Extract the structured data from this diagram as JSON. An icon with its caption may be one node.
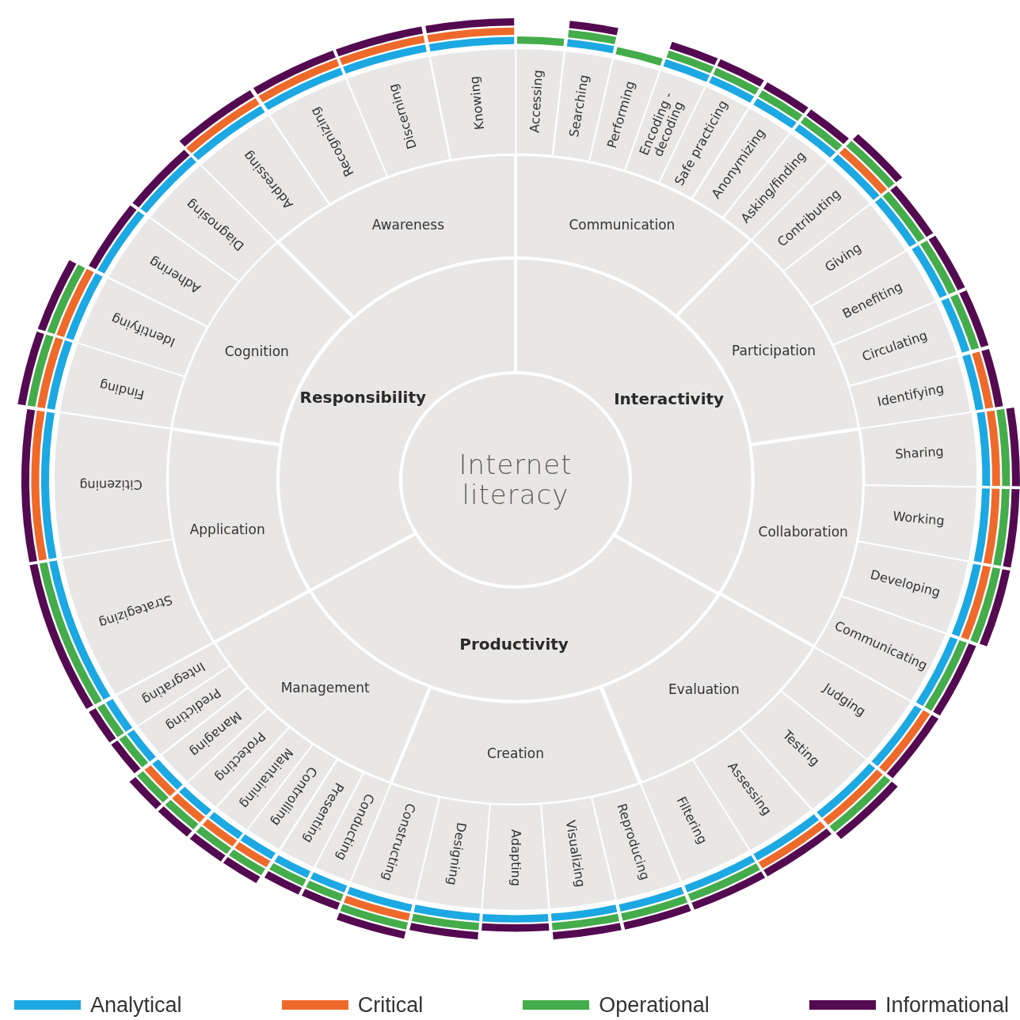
{
  "diagram": {
    "nodes": [
      {
        "text": [
          "Internet literacy"
        ]
      },
      {
        "text": [
          "Responsibility"
        ]
      },
      {
        "text": [
          "Interactivity"
        ]
      },
      {
        "text": [
          "Productivity"
        ]
      },
      {
        "text": [
          "Communication"
        ]
      },
      {
        "text": [
          "Participation"
        ]
      },
      {
        "text": [
          "Collaboration"
        ]
      },
      {
        "text": [
          "Evaluation"
        ]
      },
      {
        "text": [
          "Creation"
        ]
      },
      {
        "text": [
          "Management"
        ]
      },
      {
        "text": [
          "Application"
        ]
      },
      {
        "text": [
          "Cognition"
        ]
      },
      {
        "text": [
          "Awareness"
        ]
      },
      {
        "text": [
          "Accessing"
        ]
      },
      {
        "text": [
          "Searching"
        ]
      },
      {
        "text": [
          "Performing"
        ]
      },
      {
        "text": [
          "Encoding - decoding"
        ]
      },
      {
        "text": [
          "Safe practicing"
        ]
      },
      {
        "text": [
          "Anonymizing"
        ]
      },
      {
        "text": [
          "Asking/finding"
        ]
      },
      {
        "text": [
          "Contributing"
        ]
      },
      {
        "text": [
          "Giving"
        ]
      },
      {
        "text": [
          "Benefiting"
        ]
      },
      {
        "text": [
          "Circulating"
        ]
      },
      {
        "text": [
          "Identifying"
        ]
      },
      {
        "text": [
          "Sharing"
        ]
      },
      {
        "text": [
          "Working"
        ]
      },
      {
        "text": [
          "Developing"
        ]
      },
      {
        "text": [
          "Communicating"
        ]
      },
      {
        "text": [
          "Judging"
        ]
      },
      {
        "text": [
          "Testing"
        ]
      },
      {
        "text": [
          "Assessing"
        ]
      },
      {
        "text": [
          "Filtering"
        ]
      },
      {
        "text": [
          "Reproducing"
        ]
      },
      {
        "text": [
          "Visualizing"
        ]
      },
      {
        "text": [
          "Adapting"
        ]
      },
      {
        "text": [
          "Designing"
        ]
      },
      {
        "text": [
          "Constructing"
        ]
      },
      {
        "text": [
          "Conducting"
        ]
      },
      {
        "text": [
          "Presenting"
        ]
      },
      {
        "text": [
          "Controlling"
        ]
      },
      {
        "text": [
          "Maintaining"
        ]
      },
      {
        "text": [
          "Protecting"
        ]
      },
      {
        "text": [
          "Managing"
        ]
      },
      {
        "text": [
          "Predicting"
        ]
      },
      {
        "text": [
          "Integrating"
        ]
      },
      {
        "text": [
          "Strategizing"
        ]
      },
      {
        "text": [
          "Citizening"
        ]
      },
      {
        "text": [
          "Finding"
        ]
      },
      {
        "text": [
          "Identifying"
        ]
      },
      {
        "text": [
          "Adhering"
        ]
      },
      {
        "text": [
          "Diagnosing"
        ]
      },
      {
        "text": [
          "Addressing"
        ]
      },
      {
        "text": [
          "Recognizing"
        ]
      },
      {
        "text": [
          "Discerning"
        ]
      },
      {
        "text": [
          "Knowing"
        ]
      }
    ],
    "legend": [
      {
        "text": "Analytical",
        "color": "#1ca8e2"
      },
      {
        "text": "Critical",
        "color": "#ee6a2b"
      },
      {
        "text": "Operational",
        "color": "#44ac4b"
      },
      {
        "text": "Informational",
        "color": "#540a50"
      }
    ]
  }
}
